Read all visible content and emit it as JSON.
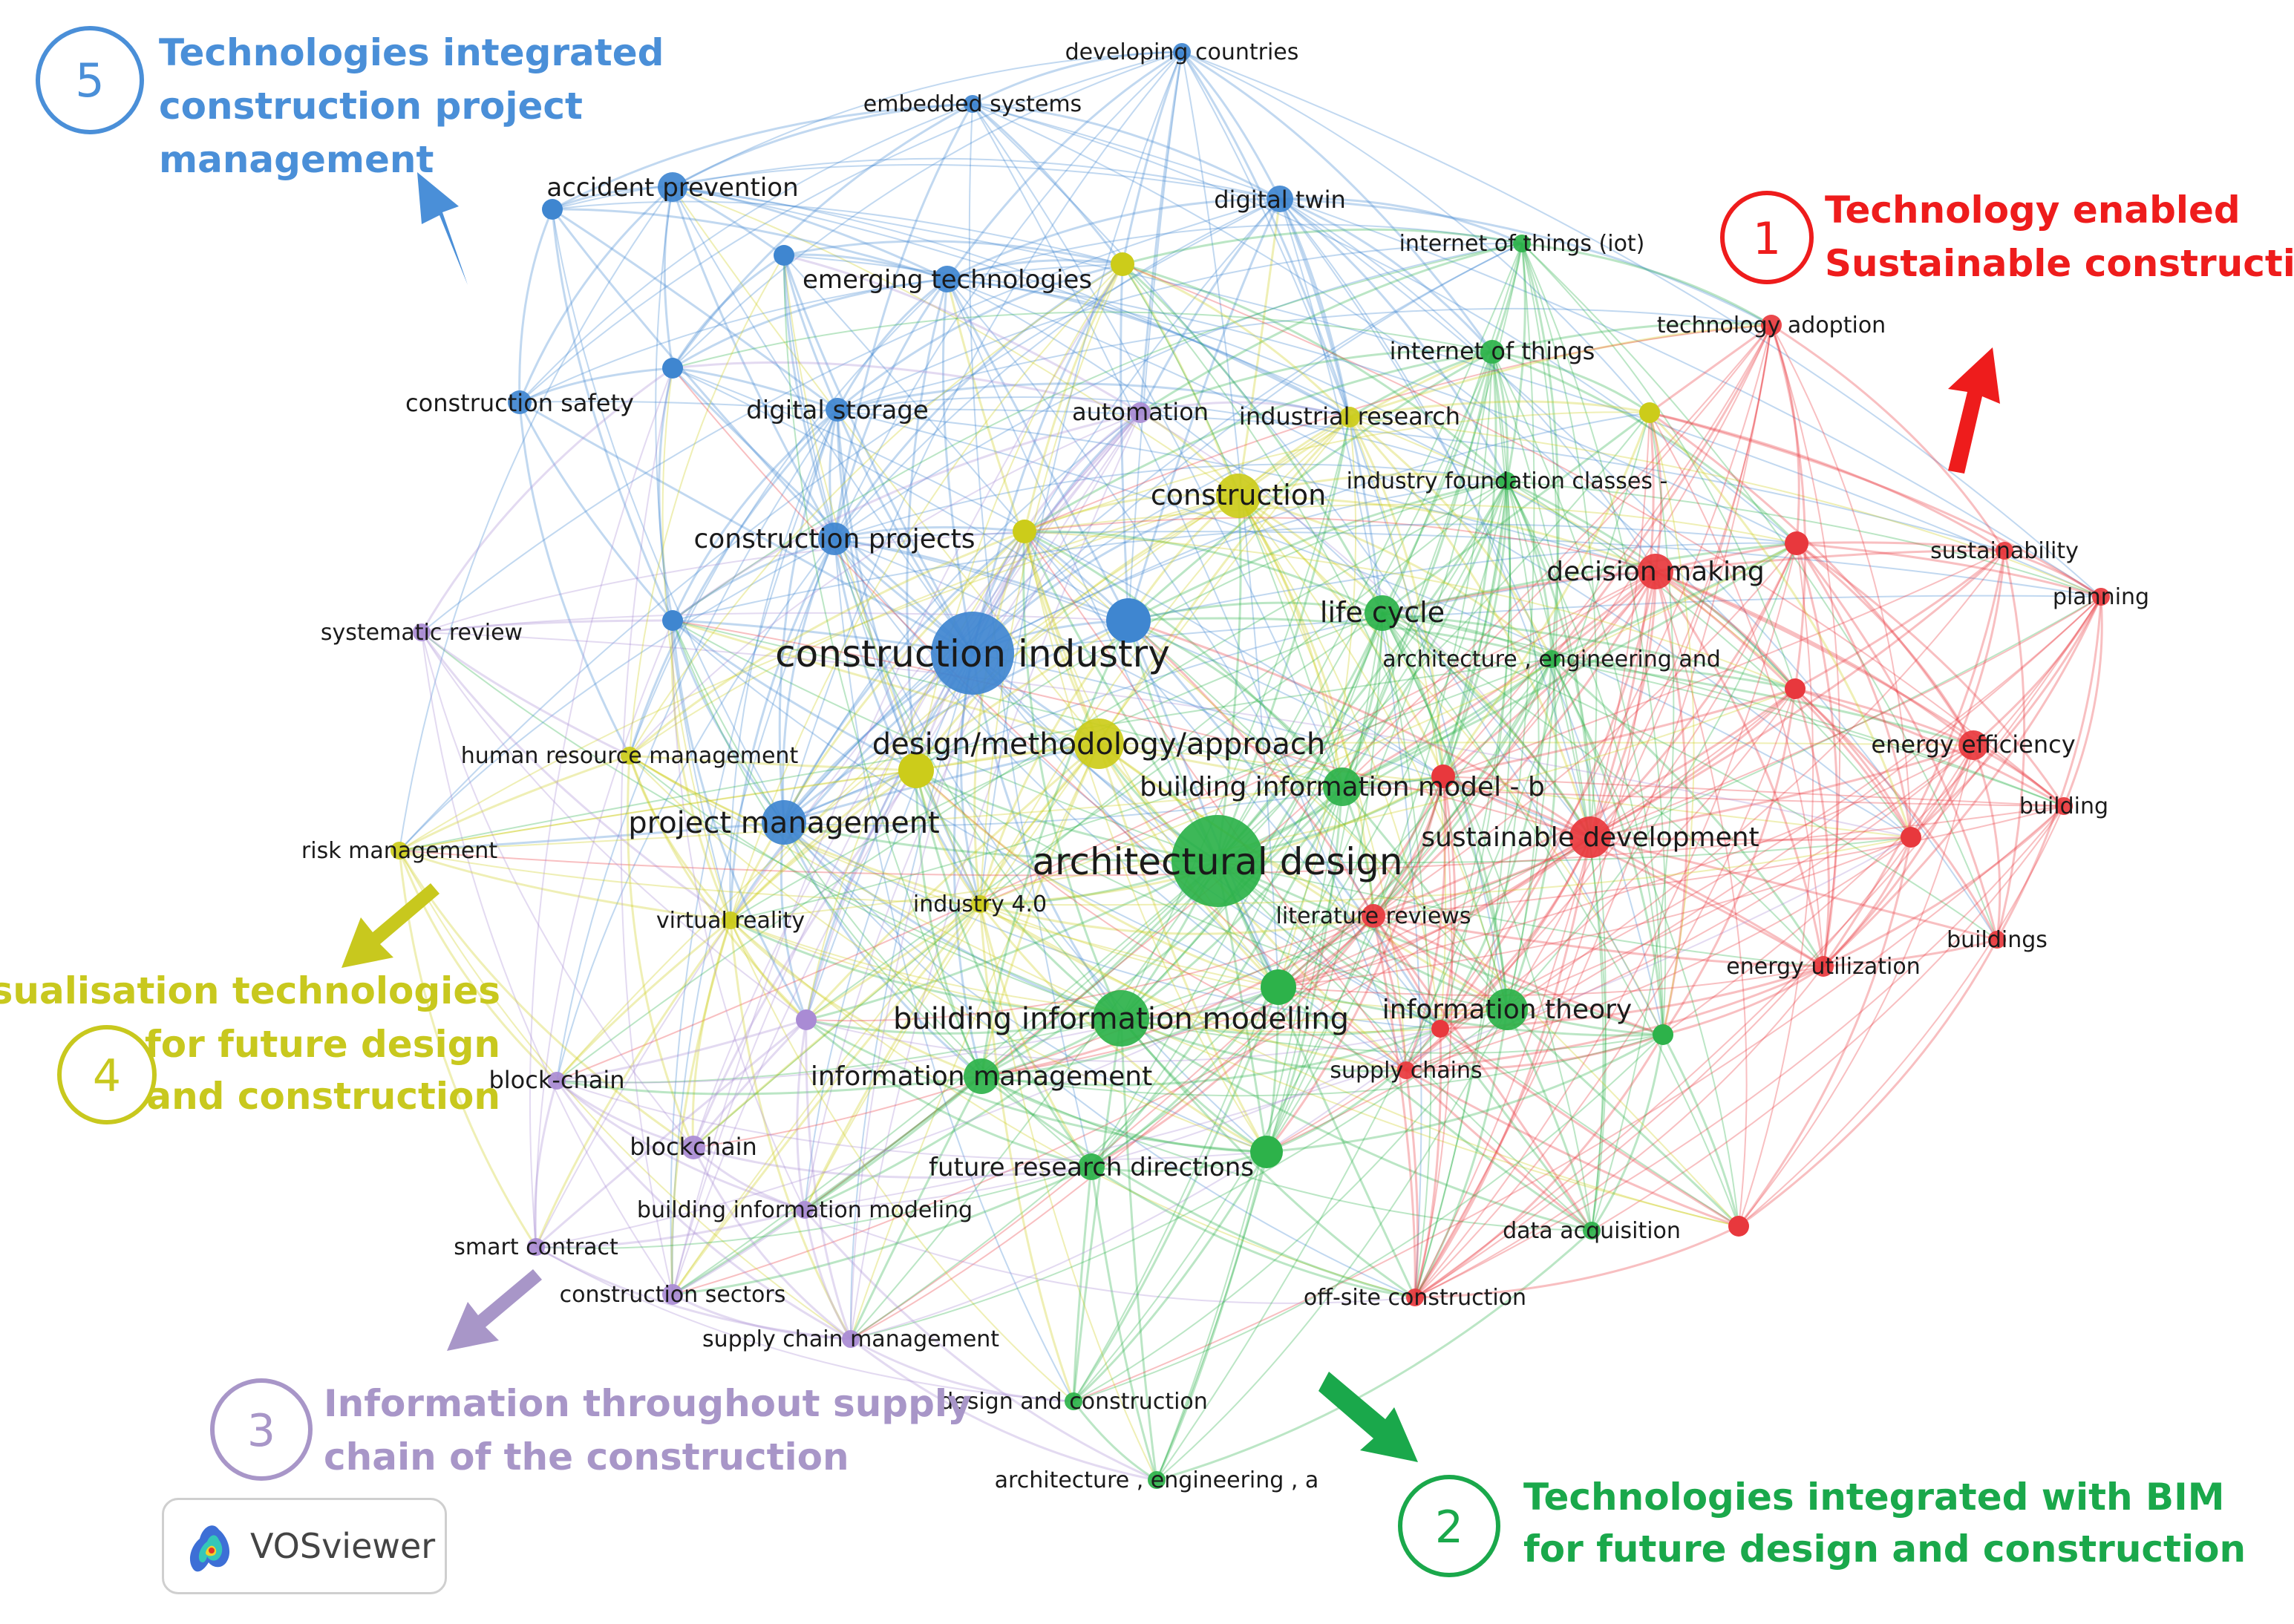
{
  "colors": {
    "cluster1": "#e8383d",
    "cluster2": "#2db24a",
    "cluster3": "#a98bd4",
    "cluster4": "#cccc1a",
    "cluster5": "#3f86d0",
    "ann1": "#ee1c1c",
    "ann2": "#1aa84b",
    "ann3": "#a896c8",
    "ann4": "#c8c81e",
    "ann5": "#4a8fd8"
  },
  "annotations": [
    {
      "id": "ann-1",
      "number": "1",
      "color": "ann1",
      "lines": [
        "Technology enabled",
        "Sustainable construction"
      ]
    },
    {
      "id": "ann-2",
      "number": "2",
      "color": "ann2",
      "lines": [
        "Technologies integrated with BIM",
        "for future design and construction"
      ]
    },
    {
      "id": "ann-3",
      "number": "3",
      "color": "ann3",
      "lines": [
        "Information throughout supply",
        "chain of the construction"
      ]
    },
    {
      "id": "ann-4",
      "number": "4",
      "color": "ann4",
      "lines": [
        "Visualisation technologies",
        "for future design",
        "and construction"
      ]
    },
    {
      "id": "ann-5",
      "number": "5",
      "color": "ann5",
      "lines": [
        "Technologies integrated",
        "construction project",
        "management"
      ]
    }
  ],
  "logo": {
    "text": "VOSviewer",
    "icon": "vosviewer-logo-icon"
  },
  "nodes": [
    {
      "id": "n1",
      "label": "construction industry",
      "cluster": 5,
      "weight": 10
    },
    {
      "id": "n2",
      "label": "architectural design",
      "cluster": 2,
      "weight": 10
    },
    {
      "id": "n3",
      "label": "project management",
      "cluster": 5,
      "weight": 5
    },
    {
      "id": "n4",
      "label": "building information modelling",
      "cluster": 2,
      "weight": 6
    },
    {
      "id": "n5",
      "label": "design/methodology/approach",
      "cluster": 4,
      "weight": 6
    },
    {
      "id": "n6",
      "label": "construction",
      "cluster": 4,
      "weight": 5
    },
    {
      "id": "n7",
      "label": "construction projects",
      "cluster": 5,
      "weight": 4
    },
    {
      "id": "n8",
      "label": "accident prevention",
      "cluster": 5,
      "weight": 4
    },
    {
      "id": "n9",
      "label": "digital twin",
      "cluster": 5,
      "weight": 3
    },
    {
      "id": "n10",
      "label": "emerging technologies",
      "cluster": 5,
      "weight": 3
    },
    {
      "id": "n11",
      "label": "construction safety",
      "cluster": 5,
      "weight": 3
    },
    {
      "id": "n12",
      "label": "digital storage",
      "cluster": 5,
      "weight": 3
    },
    {
      "id": "n13",
      "label": "developing countries",
      "cluster": 5,
      "weight": 2
    },
    {
      "id": "n14",
      "label": "embedded systems",
      "cluster": 5,
      "weight": 2
    },
    {
      "id": "n15",
      "label": "internet of things (iot)",
      "cluster": 2,
      "weight": 2
    },
    {
      "id": "n16",
      "label": "internet of things",
      "cluster": 2,
      "weight": 3
    },
    {
      "id": "n17",
      "label": "automation",
      "cluster": 3,
      "weight": 2
    },
    {
      "id": "n18",
      "label": "industrial research",
      "cluster": 4,
      "weight": 2
    },
    {
      "id": "n19",
      "label": "industry foundation classes -",
      "cluster": 2,
      "weight": 2
    },
    {
      "id": "n20",
      "label": "technology adoption",
      "cluster": 1,
      "weight": 2
    },
    {
      "id": "n21",
      "label": "decision making",
      "cluster": 1,
      "weight": 4
    },
    {
      "id": "n22",
      "label": "sustainability",
      "cluster": 1,
      "weight": 2
    },
    {
      "id": "n23",
      "label": "planning",
      "cluster": 1,
      "weight": 2
    },
    {
      "id": "n24",
      "label": "life cycle",
      "cluster": 2,
      "weight": 4
    },
    {
      "id": "n25",
      "label": "architecture , engineering and",
      "cluster": 2,
      "weight": 2
    },
    {
      "id": "n26",
      "label": "energy efficiency",
      "cluster": 1,
      "weight": 3
    },
    {
      "id": "n27",
      "label": "building",
      "cluster": 1,
      "weight": 2
    },
    {
      "id": "n28",
      "label": "building information model - b",
      "cluster": 2,
      "weight": 4
    },
    {
      "id": "n29",
      "label": "sustainable development",
      "cluster": 1,
      "weight": 4
    },
    {
      "id": "n30",
      "label": "systematic review",
      "cluster": 3,
      "weight": 2
    },
    {
      "id": "n31",
      "label": "human resource management",
      "cluster": 4,
      "weight": 2
    },
    {
      "id": "n32",
      "label": "risk management",
      "cluster": 4,
      "weight": 2
    },
    {
      "id": "n33",
      "label": "virtual reality",
      "cluster": 4,
      "weight": 2
    },
    {
      "id": "n34",
      "label": "industry 4.0",
      "cluster": 4,
      "weight": 2
    },
    {
      "id": "n35",
      "label": "literature reviews",
      "cluster": 1,
      "weight": 3
    },
    {
      "id": "n36",
      "label": "buildings",
      "cluster": 1,
      "weight": 2
    },
    {
      "id": "n37",
      "label": "energy utilization",
      "cluster": 1,
      "weight": 2
    },
    {
      "id": "n38",
      "label": "information theory",
      "cluster": 2,
      "weight": 4
    },
    {
      "id": "n39",
      "label": "information management",
      "cluster": 2,
      "weight": 4
    },
    {
      "id": "n40",
      "label": "supply chains",
      "cluster": 1,
      "weight": 2
    },
    {
      "id": "n41",
      "label": "block-chain",
      "cluster": 3,
      "weight": 2
    },
    {
      "id": "n42",
      "label": "blockchain",
      "cluster": 3,
      "weight": 3
    },
    {
      "id": "n43",
      "label": "future research directions",
      "cluster": 2,
      "weight": 3
    },
    {
      "id": "n44",
      "label": "building information modeling",
      "cluster": 3,
      "weight": 2
    },
    {
      "id": "n45",
      "label": "smart contract",
      "cluster": 3,
      "weight": 2
    },
    {
      "id": "n46",
      "label": "data acquisition",
      "cluster": 2,
      "weight": 2
    },
    {
      "id": "n47",
      "label": "construction sectors",
      "cluster": 3,
      "weight": 2
    },
    {
      "id": "n48",
      "label": "off-site construction",
      "cluster": 1,
      "weight": 2
    },
    {
      "id": "n49",
      "label": "supply chain management",
      "cluster": 3,
      "weight": 2
    },
    {
      "id": "n50",
      "label": "design and construction",
      "cluster": 2,
      "weight": 2
    },
    {
      "id": "n51",
      "label": "architecture , engineering , a",
      "cluster": 2,
      "weight": 2
    }
  ]
}
